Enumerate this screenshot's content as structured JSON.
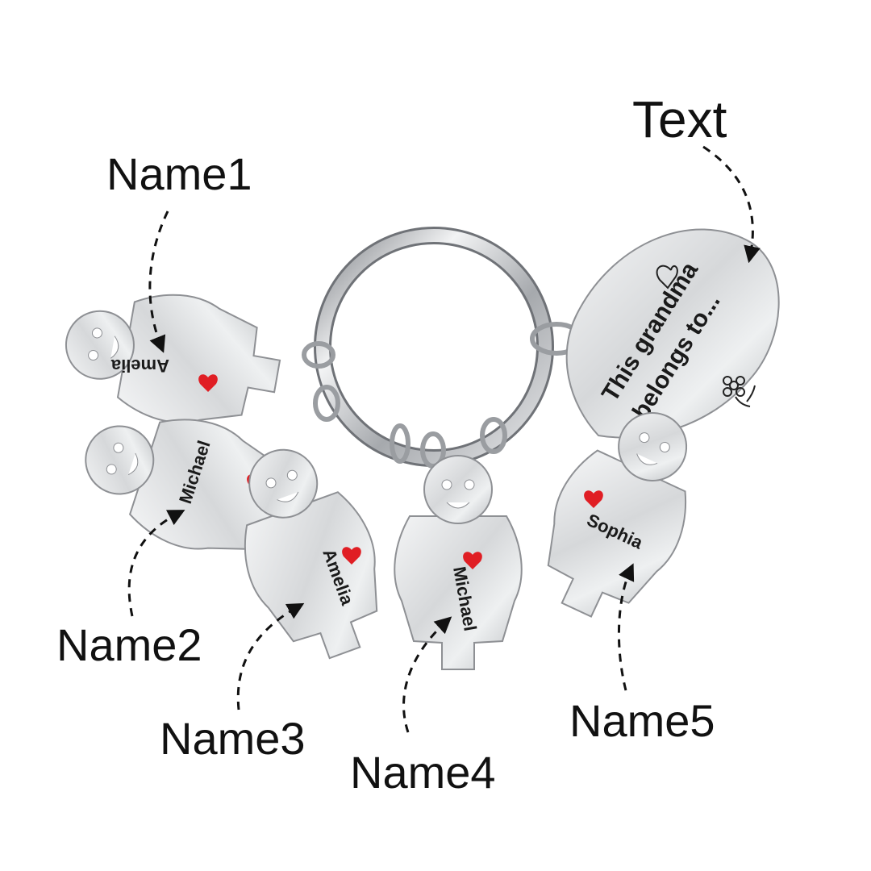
{
  "callouts": {
    "text": "Text",
    "name1": "Name1",
    "name2": "Name2",
    "name3": "Name3",
    "name4": "Name4",
    "name5": "Name5"
  },
  "charms": {
    "charm1": "Amelia",
    "charm2": "Michael",
    "charm3": "Amelia",
    "charm4": "Michael",
    "charm5": "Sophia"
  },
  "heart_tag": {
    "line1": "This grandma",
    "line2": "belongs to..."
  },
  "colors": {
    "metal": "#d9dadc",
    "metal_edge": "#8e9094",
    "heart_accent": "#e01e24",
    "ink": "#111111"
  }
}
